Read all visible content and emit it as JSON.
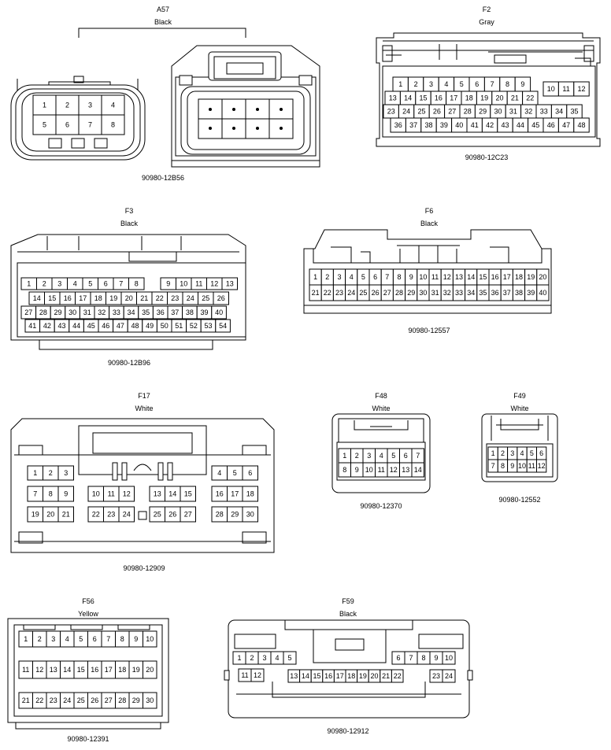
{
  "connectors": [
    {
      "id": "A57",
      "code": "A57",
      "color": "Black",
      "part": "90980-12B56",
      "rows": [
        [
          1,
          2,
          3,
          4
        ],
        [
          5,
          6,
          7,
          8
        ]
      ]
    },
    {
      "id": "F2",
      "code": "F2",
      "color": "Gray",
      "part": "90980-12C23",
      "rows": [
        [
          1,
          2,
          3,
          4,
          5,
          6,
          7,
          8,
          9
        ],
        [
          10,
          11,
          12
        ],
        [
          13,
          14,
          15,
          16,
          17,
          18,
          19,
          20,
          21,
          22
        ],
        [
          23,
          24,
          25,
          26,
          27,
          28,
          29,
          30,
          31,
          32,
          33,
          34,
          35
        ],
        [
          36,
          37,
          38,
          39,
          40,
          41,
          42,
          43,
          44,
          45,
          46,
          47,
          48
        ]
      ]
    },
    {
      "id": "F3",
      "code": "F3",
      "color": "Black",
      "part": "90980-12B96",
      "rows": [
        [
          1,
          2,
          3,
          4,
          5,
          6,
          7,
          8
        ],
        [
          9,
          10,
          11,
          12,
          13
        ],
        [
          14,
          15,
          16,
          17,
          18,
          19,
          20,
          21,
          22,
          23,
          24,
          25,
          26
        ],
        [
          27,
          28,
          29,
          30,
          31,
          32,
          33,
          34,
          35,
          36,
          37,
          38,
          39,
          40
        ],
        [
          41,
          42,
          43,
          44,
          45,
          46,
          47,
          48,
          49,
          50,
          51,
          52,
          53,
          54
        ]
      ]
    },
    {
      "id": "F6",
      "code": "F6",
      "color": "Black",
      "part": "90980-12557",
      "rows": [
        [
          1,
          2,
          3,
          4,
          5,
          6,
          7,
          8,
          9,
          10,
          11,
          12,
          13,
          14,
          15,
          16,
          17,
          18,
          19,
          20
        ],
        [
          21,
          22,
          23,
          24,
          25,
          26,
          27,
          28,
          29,
          30,
          31,
          32,
          33,
          34,
          35,
          36,
          37,
          38,
          39,
          40
        ]
      ]
    },
    {
      "id": "F17",
      "code": "F17",
      "color": "White",
      "part": "90980-12909",
      "rows": [
        [
          1,
          2,
          3
        ],
        [
          4,
          5,
          6
        ],
        [
          7,
          8,
          9
        ],
        [
          10,
          11,
          12
        ],
        [
          13,
          14,
          15
        ],
        [
          16,
          17,
          18
        ],
        [
          19,
          20,
          21
        ],
        [
          22,
          23,
          24
        ],
        [
          25,
          26,
          27
        ],
        [
          28,
          29,
          30
        ]
      ]
    },
    {
      "id": "F48",
      "code": "F48",
      "color": "White",
      "part": "90980-12370",
      "rows": [
        [
          1,
          2,
          3,
          4,
          5,
          6,
          7
        ],
        [
          8,
          9,
          10,
          11,
          12,
          13,
          14
        ]
      ]
    },
    {
      "id": "F49",
      "code": "F49",
      "color": "White",
      "part": "90980-12552",
      "rows": [
        [
          1,
          2,
          3,
          4,
          5,
          6
        ],
        [
          7,
          8,
          9,
          10,
          11,
          12
        ]
      ]
    },
    {
      "id": "F56",
      "code": "F56",
      "color": "Yellow",
      "part": "90980-12391",
      "rows": [
        [
          1,
          2,
          3,
          4,
          5,
          6,
          7,
          8,
          9,
          10
        ],
        [
          11,
          12,
          13,
          14,
          15,
          16,
          17,
          18,
          19,
          20
        ],
        [
          21,
          22,
          23,
          24,
          25,
          26,
          27,
          28,
          29,
          30
        ]
      ]
    },
    {
      "id": "F59",
      "code": "F59",
      "color": "Black",
      "part": "90980-12912",
      "rows": [
        [
          1,
          2,
          3,
          4,
          5
        ],
        [
          6,
          7,
          8,
          9,
          10
        ],
        [
          11,
          12
        ],
        [
          13,
          14,
          15,
          16,
          17,
          18,
          19,
          20,
          21,
          22
        ],
        [
          23,
          24
        ]
      ]
    }
  ]
}
